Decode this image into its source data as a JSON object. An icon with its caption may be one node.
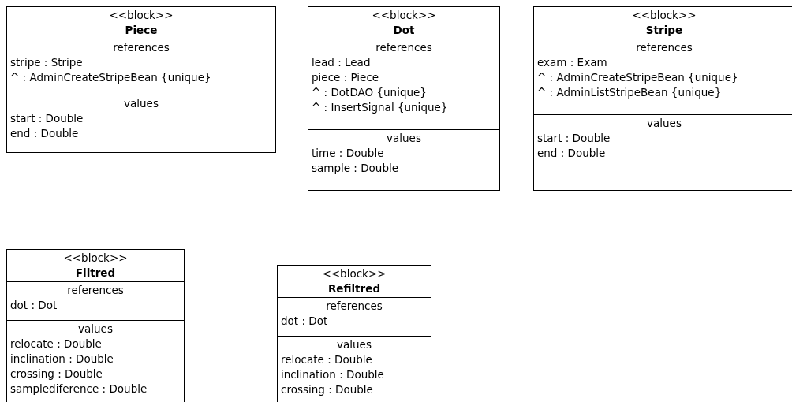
{
  "diagram": {
    "nodes": [
      {
        "text": [
          "<<block>>",
          "Piece"
        ]
      },
      {
        "text": [
          "references",
          "stripe : Stripe",
          "^ : AdminCreateStripeBean {unique}"
        ],
        "in": 0
      },
      {
        "text": [
          "values",
          "start : Double",
          "end : Double"
        ],
        "in": 0
      },
      {
        "text": [
          "<<block>>",
          "Dot"
        ]
      },
      {
        "text": [
          "references",
          "lead : Lead",
          "piece : Piece",
          "^ : DotDAO {unique}",
          "^ : InsertSignal {unique}"
        ],
        "in": 3
      },
      {
        "text": [
          "values",
          "time : Double",
          "sample : Double"
        ],
        "in": 3
      },
      {
        "text": [
          "<<block>>",
          "Stripe"
        ]
      },
      {
        "text": [
          "references",
          "exam : Exam",
          "^ : AdminCreateStripeBean {unique}",
          "^ : AdminListStripeBean {unique}"
        ],
        "in": 6
      },
      {
        "text": [
          "values",
          "start : Double",
          "end : Double"
        ],
        "in": 6
      },
      {
        "text": [
          "<<block>>",
          "Filtred"
        ]
      },
      {
        "text": [
          "references",
          "dot : Dot"
        ],
        "in": 9
      },
      {
        "text": [
          "values",
          "relocate : Double",
          "inclination : Double",
          "crossing : Double",
          "samplediference : Double"
        ],
        "in": 9
      },
      {
        "text": [
          "<<block>>",
          "Refiltred"
        ]
      },
      {
        "text": [
          "references",
          "dot : Dot"
        ],
        "in": 12
      },
      {
        "text": [
          "values",
          "relocate : Double",
          "inclination : Double",
          "crossing : Double"
        ],
        "in": 12
      }
    ],
    "edges": []
  }
}
